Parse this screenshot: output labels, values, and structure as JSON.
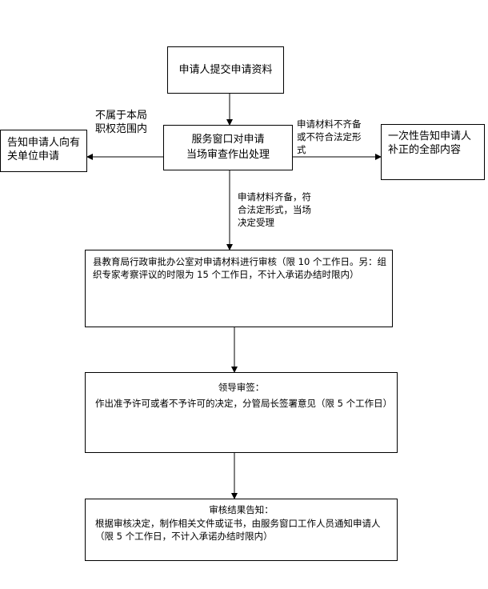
{
  "nodes": {
    "submit": "申请人提交申请资料",
    "window_line1": "服务窗口对申请",
    "window_line2": "当场审查作出处理",
    "notify_other": "告知申请人向有关单位申请",
    "notify_supplement": "一次性告知申请人补正的全部内容",
    "review": "县教育局行政审批办公室对申请材料进行审核（限 10 个工作日。另：组织专家考察评议的时限为 15 个工作日，不计入承诺办结时限内）",
    "leader_title": "领导审签：",
    "leader_body": "作出准予许可或者不予许可的决定，分管局长签署意见（限 5 个工作日）",
    "result_title": "审核结果告知：",
    "result_body": "根据审核决定，制作相关文件或证书，由服务窗口工作人员通知申请人（限 5 个工作日，不计入承诺办结时限内）"
  },
  "edge_labels": {
    "not_in_scope": "不属于本局职权范围内",
    "incomplete": "申请材料不齐备或不符合法定形式",
    "accepted": "申请材料齐备，符合法定形式，当场决定受理"
  }
}
